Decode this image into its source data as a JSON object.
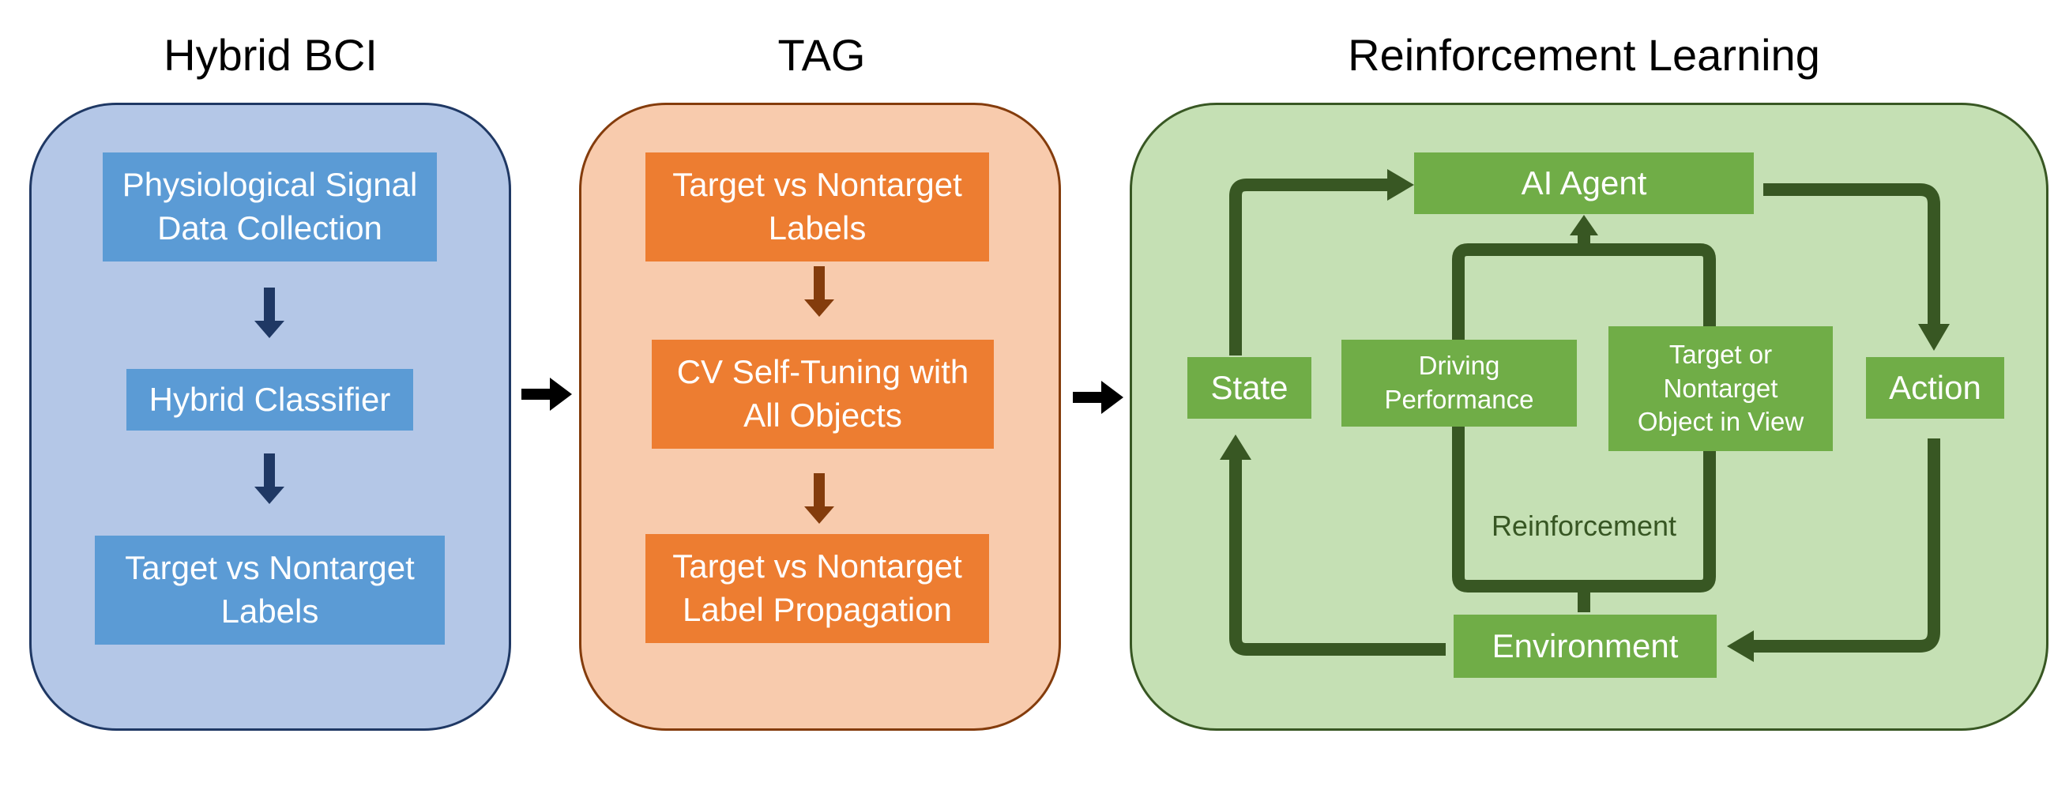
{
  "columns": {
    "hybrid_bci": {
      "title": "Hybrid BCI",
      "boxes": [
        "Physiological Signal\nData Collection",
        "Hybrid Classifier",
        "Target vs Nontarget\nLabels"
      ]
    },
    "tag": {
      "title": "TAG",
      "boxes": [
        "Target vs Nontarget\nLabels",
        "CV Self-Tuning with\nAll Objects",
        "Target vs Nontarget\nLabel Propagation"
      ]
    },
    "rl": {
      "title": "Reinforcement Learning",
      "agent": "AI Agent",
      "state": "State",
      "action": "Action",
      "environment": "Environment",
      "driving": "Driving\nPerformance",
      "target_object": "Target  or\nNontarget\nObject in View",
      "reinforcement": "Reinforcement"
    }
  },
  "colors": {
    "blue_panel": "#b4c7e7",
    "blue_border": "#1f3864",
    "blue_box": "#5b9bd5",
    "blue_arrow": "#1f3864",
    "orange_panel": "#f8cbad",
    "orange_border": "#843c0c",
    "orange_box": "#ed7d31",
    "orange_arrow": "#843c0c",
    "green_panel": "#c5e0b4",
    "green_border": "#385723",
    "green_box": "#70ad47",
    "green_arrow": "#385723"
  }
}
